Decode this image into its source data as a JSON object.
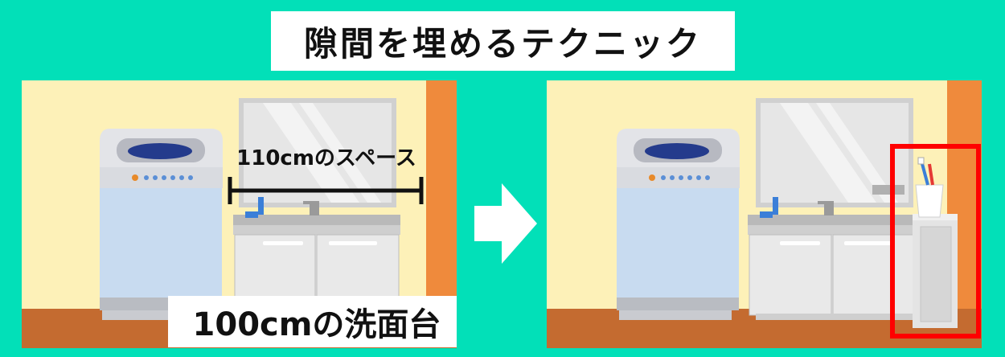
{
  "title": "隙間を埋めるテクニック",
  "before": {
    "space_label": "110cmのスペース",
    "vanity_label": "100cmの洗面台"
  },
  "colors": {
    "background": "#02e0b8",
    "wall": "#fdf1b8",
    "floor": "#c46b30",
    "pillar": "#ef8a3c",
    "highlight": "#ff0000"
  }
}
